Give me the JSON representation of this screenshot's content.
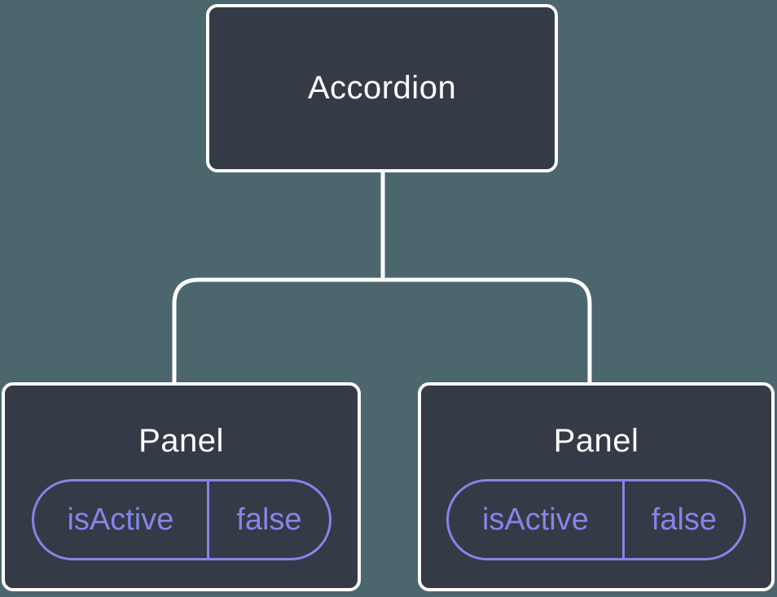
{
  "diagram": {
    "description": "React component tree with state",
    "root": {
      "label": "Accordion"
    },
    "children": [
      {
        "label": "Panel",
        "state": {
          "name": "isActive",
          "value": "false"
        }
      },
      {
        "label": "Panel",
        "state": {
          "name": "isActive",
          "value": "false"
        }
      }
    ]
  },
  "colors": {
    "background": "#4C666E",
    "node_fill": "#343A46",
    "node_border": "#FFFFFF",
    "node_text": "#FFFFFF",
    "state_accent": "#8585E8",
    "connector": "#FFFFFF"
  }
}
